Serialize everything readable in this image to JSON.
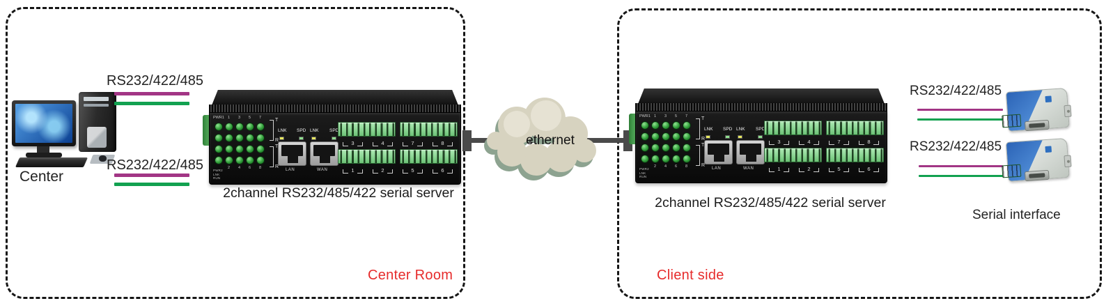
{
  "left_box": {
    "computer_label": "Center",
    "link1_label": "RS232/422/485",
    "link2_label": "RS232/422/485",
    "server_caption": "2channel RS232/485/422 serial server",
    "room_label": "Center Room"
  },
  "network": {
    "cloud_label": "ethernet"
  },
  "right_box": {
    "link1_label": "RS232/422/485",
    "link2_label": "RS232/422/485",
    "server_caption": "2channel RS232/485/422 serial server",
    "interface_caption": "Serial interface",
    "room_label": "Client side"
  },
  "server_panel": {
    "led_header": [
      "PWR1",
      "1",
      "3",
      "5",
      "7"
    ],
    "led_footer": [
      "",
      "2",
      "4",
      "6",
      "8"
    ],
    "status_labels": [
      "PWR2",
      "LNK",
      "RUN"
    ],
    "tr_labels": [
      "T",
      "R"
    ],
    "port_led_labels": [
      "LNK",
      "SPD",
      "LNK",
      "SPD"
    ],
    "port_names": [
      "LAN",
      "WAN"
    ],
    "terminal_numbers_top": [
      "3",
      "4",
      "7",
      "8"
    ],
    "terminal_numbers_bottom": [
      "1",
      "2",
      "5",
      "6"
    ]
  },
  "colors": {
    "link_line_top": "#a23585",
    "link_line_bottom": "#12a150",
    "room_label_red": "#e62b2b",
    "ethernet_line": "#4a4a4a",
    "cloud_fill": "#d7d3c0",
    "cloud_shadow": "#8da390",
    "terminal_green": "#7fd489",
    "device_body": "#111111"
  }
}
